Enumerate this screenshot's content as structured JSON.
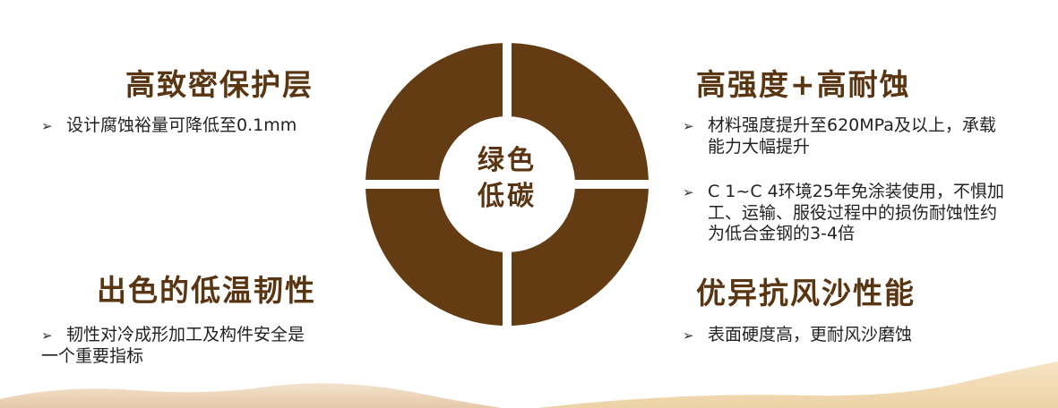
{
  "center": {
    "line1": "绿色",
    "line2": "低碳"
  },
  "features": {
    "top_left": {
      "title": "高致密保护层",
      "bullet": "设计腐蚀裕量可降低至0.1mm"
    },
    "bottom_left": {
      "title": "出色的低温韧性",
      "bullet_line1": "韧性对冷成形加工及构件安全是",
      "bullet_line2": "一个重要指标"
    },
    "top_right": {
      "title": "高强度+高耐蚀",
      "bullet1_line1": "材料强度提升至620MPa及以上，承载",
      "bullet1_line2": "能力大幅提升",
      "bullet2_line1": "C 1~C 4环境25年免涂装使用，不惧加",
      "bullet2_line2": "工、运输、服役过程中的损伤耐蚀性约",
      "bullet2_line3": "为低合金钢的3-4倍"
    },
    "bottom_right": {
      "title": "优异抗风沙性能",
      "bullet": "表面硬度高，更耐风沙磨蚀"
    }
  },
  "bullet_marker": "➢",
  "colors": {
    "segment": "#633c13",
    "title": "#5a3512",
    "background": "#ffffff"
  }
}
